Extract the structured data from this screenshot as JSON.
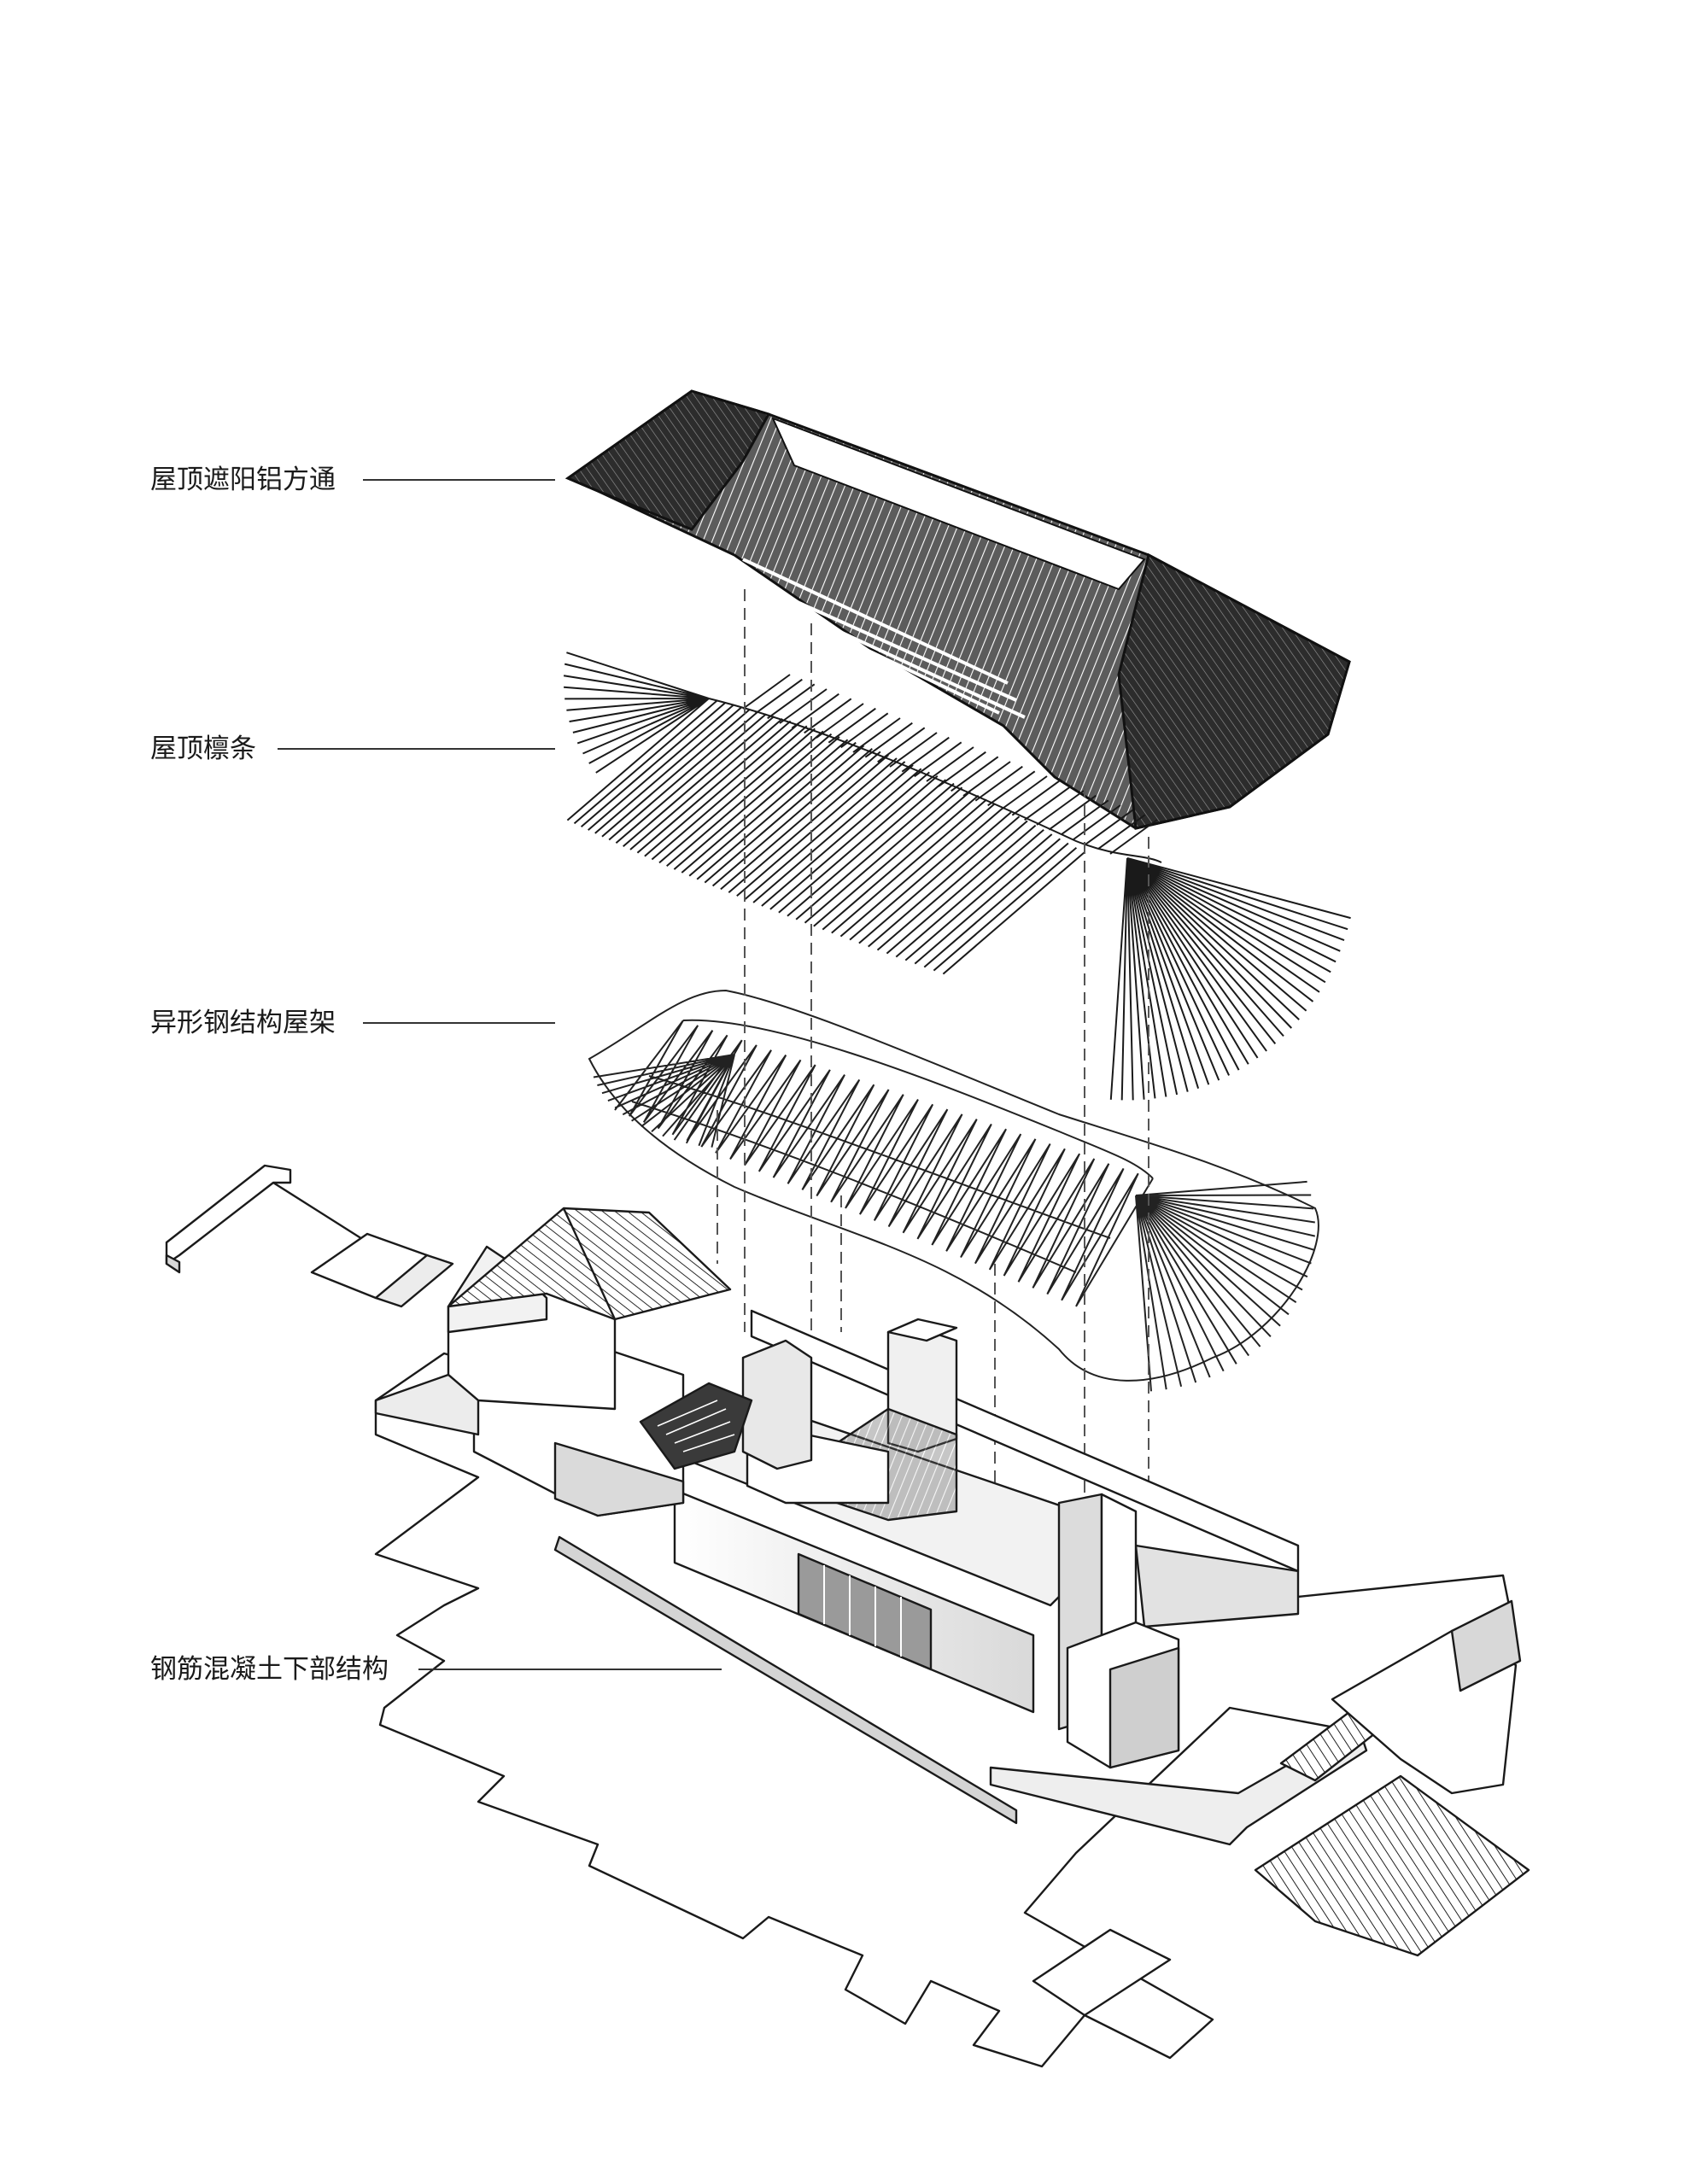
{
  "labels": [
    {
      "id": "roof-aluminum",
      "text": "屋顶遮阳铝方通"
    },
    {
      "id": "roof-purlins",
      "text": "屋顶檩条"
    },
    {
      "id": "steel-truss",
      "text": "异形钢结构屋架"
    },
    {
      "id": "concrete-base",
      "text": "钢筋混凝土下部结构"
    }
  ],
  "colors": {
    "line": "#1a1a1a",
    "roof": "#6b6b6b",
    "roof_dark": "#2e2e2e",
    "wall": "#f4f4f4",
    "shade": "#d8d8d8"
  }
}
